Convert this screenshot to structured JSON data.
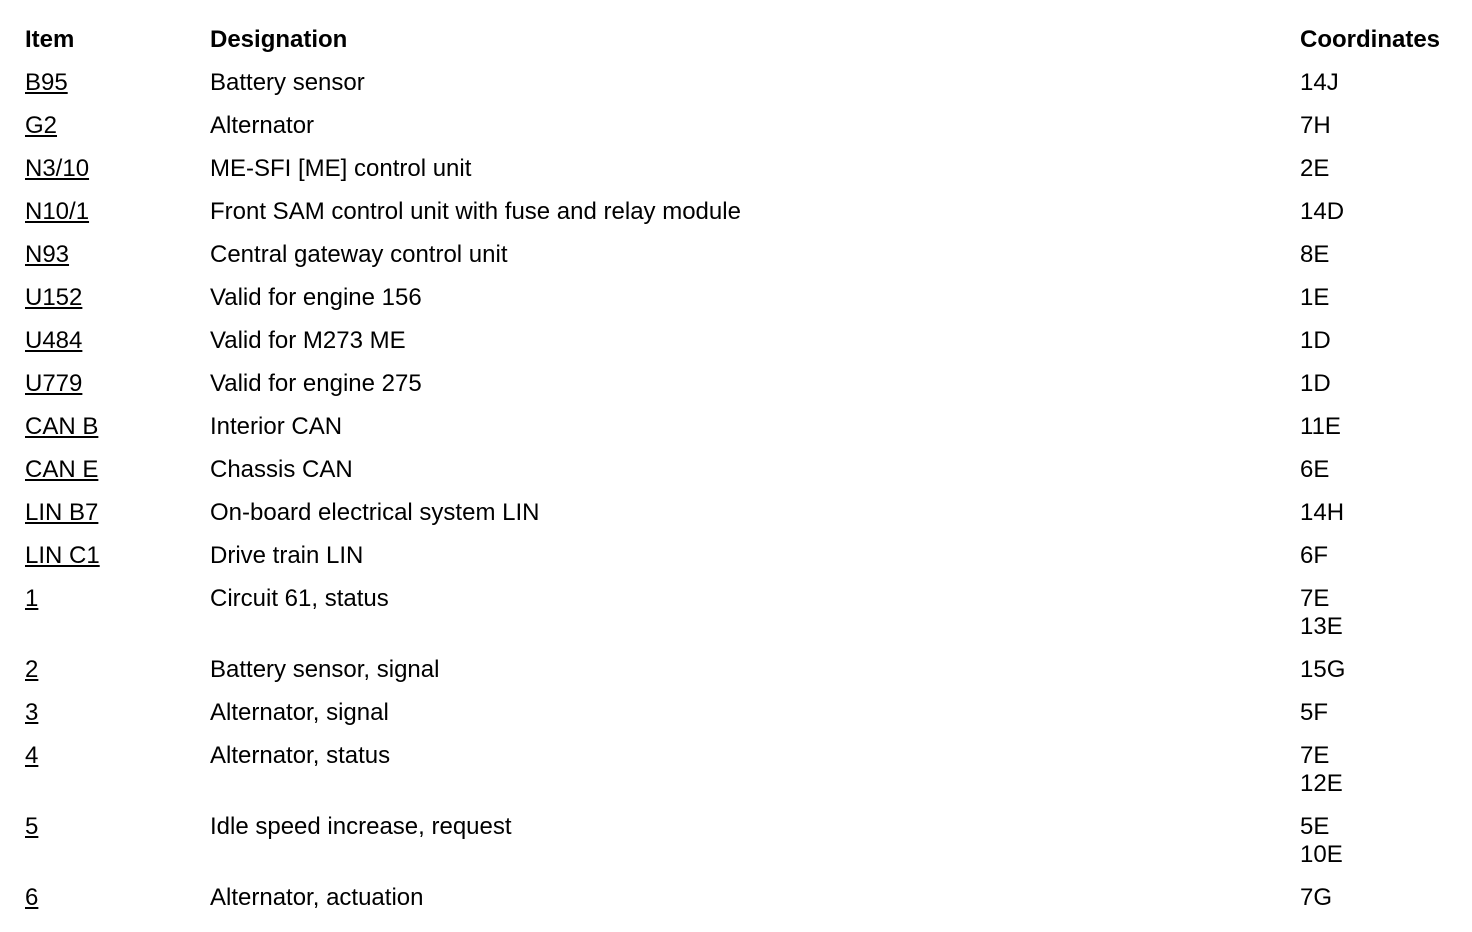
{
  "page": {
    "background_color": "#ffffff",
    "text_color": "#000000"
  },
  "table": {
    "headers": {
      "item": "Item",
      "designation": "Designation",
      "coordinates": "Coordinates"
    },
    "rows": [
      {
        "item": "B95",
        "designation": "Battery sensor",
        "coordinates": [
          "14J"
        ]
      },
      {
        "item": "G2",
        "designation": "Alternator",
        "coordinates": [
          "7H"
        ]
      },
      {
        "item": "N3/10",
        "designation": "ME-SFI [ME] control unit",
        "coordinates": [
          "2E"
        ]
      },
      {
        "item": "N10/1",
        "designation": "Front SAM control unit with fuse and relay module",
        "coordinates": [
          "14D"
        ]
      },
      {
        "item": "N93",
        "designation": "Central gateway control unit",
        "coordinates": [
          "8E"
        ]
      },
      {
        "item": "U152",
        "designation": "Valid for engine 156",
        "coordinates": [
          "1E"
        ]
      },
      {
        "item": "U484",
        "designation": "Valid for M273 ME",
        "coordinates": [
          "1D"
        ]
      },
      {
        "item": "U779",
        "designation": "Valid for engine 275",
        "coordinates": [
          "1D"
        ]
      },
      {
        "item": "CAN B",
        "designation": "Interior CAN",
        "coordinates": [
          "11E"
        ]
      },
      {
        "item": "CAN E",
        "designation": "Chassis CAN",
        "coordinates": [
          "6E"
        ]
      },
      {
        "item": "LIN B7",
        "designation": "On-board electrical system LIN",
        "coordinates": [
          "14H"
        ]
      },
      {
        "item": "LIN C1",
        "designation": "Drive train LIN",
        "coordinates": [
          "6F"
        ]
      },
      {
        "item": "1",
        "designation": "Circuit 61, status",
        "coordinates": [
          "7E",
          "13E"
        ]
      },
      {
        "item": "2",
        "designation": "Battery sensor, signal",
        "coordinates": [
          "15G"
        ]
      },
      {
        "item": "3",
        "designation": "Alternator, signal",
        "coordinates": [
          "5F"
        ]
      },
      {
        "item": "4",
        "designation": "Alternator, status",
        "coordinates": [
          "7E",
          "12E"
        ]
      },
      {
        "item": "5",
        "designation": "Idle speed increase, request",
        "coordinates": [
          "5E",
          "10E"
        ]
      },
      {
        "item": "6",
        "designation": "Alternator, actuation",
        "coordinates": [
          "7G"
        ]
      }
    ]
  }
}
